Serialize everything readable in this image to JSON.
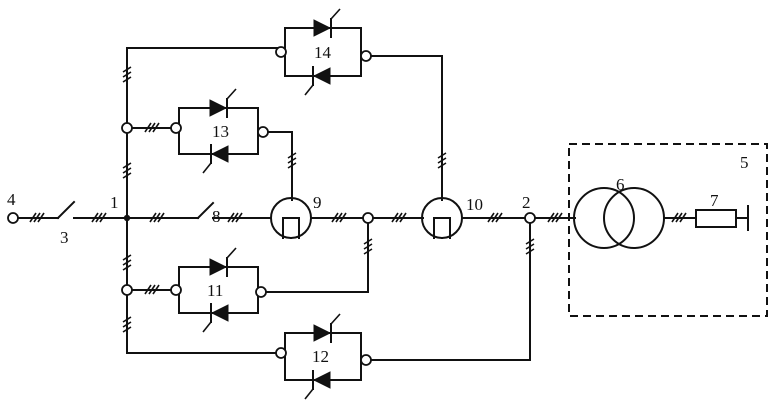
{
  "labels": {
    "n1": "1",
    "n2": "2",
    "n3": "3",
    "n4": "4",
    "n5": "5",
    "n6": "6",
    "n7": "7",
    "n8": "8",
    "n9": "9",
    "n10": "10",
    "n11": "11",
    "n12": "12",
    "n13": "13",
    "n14": "14"
  }
}
